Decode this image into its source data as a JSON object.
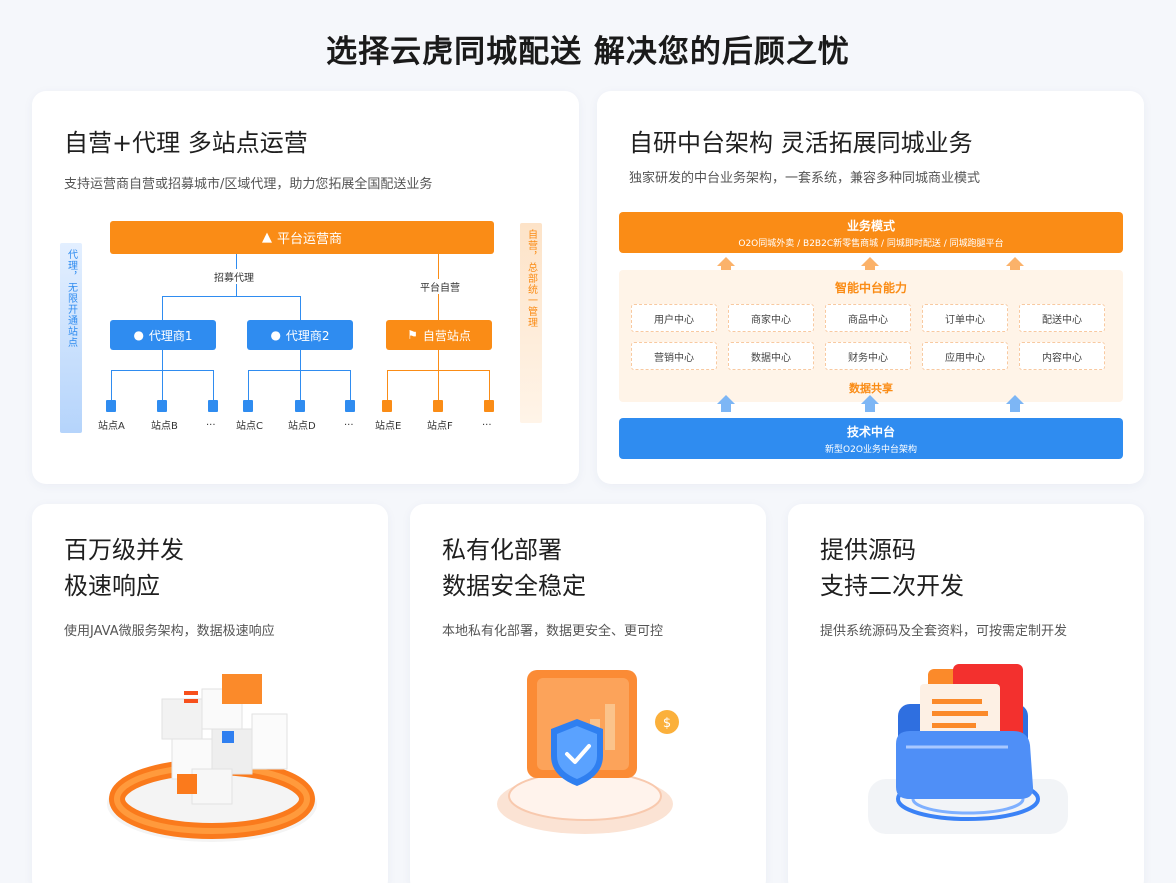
{
  "page": {
    "title": "选择云虎同城配送 解决您的后顾之忧"
  },
  "card1": {
    "title": "自营+代理 多站点运营",
    "subtitle": "支持运营商自营或招募城市/区域代理，助力您拓展全国配送业务",
    "diagram": {
      "platform": "平台运营商",
      "recruit_label": "招募代理",
      "self_label": "平台自营",
      "agent1": "代理商1",
      "agent2": "代理商2",
      "self_station": "自营站点",
      "stations": [
        "站点A",
        "站点B",
        "...",
        "站点C",
        "站点D",
        "...",
        "站点E",
        "站点F",
        "..."
      ],
      "left_side": "代理，无限开通站点",
      "right_side": "自营，总部统一管理",
      "colors": {
        "orange": "#fa8c16",
        "blue": "#2f8cf0"
      }
    }
  },
  "card2": {
    "title": "自研中台架构 灵活拓展同城业务",
    "subtitle": "独家研发的中台业务架构，一套系统，兼容多种同城商业模式",
    "diagram": {
      "business_title": "业务模式",
      "business_sub": "O2O同城外卖 / B2B2C新零售商城 / 同城即时配送 / 同城跑腿平台",
      "ai_title": "智能中台能力",
      "cells": [
        "用户中心",
        "商家中心",
        "商品中心",
        "订单中心",
        "配送中心",
        "营销中心",
        "数据中心",
        "财务中心",
        "应用中心",
        "内容中心"
      ],
      "data_share": "数据共享",
      "tech_title": "技术中台",
      "tech_sub": "新型O2O业务中台架构"
    }
  },
  "card3": {
    "title_line1": "百万级并发",
    "title_line2": "极速响应",
    "subtitle": "使用JAVA微服务架构，数据极速响应",
    "illustration": "cube-stack-icon"
  },
  "card4": {
    "title_line1": "私有化部署",
    "title_line2": "数据安全稳定",
    "subtitle": "本地私有化部署，数据更安全、更可控",
    "illustration": "shield-icon"
  },
  "card5": {
    "title_line1": "提供源码",
    "title_line2": "支持二次开发",
    "subtitle": "提供系统源码及全套资料，可按需定制开发",
    "illustration": "folder-icon"
  }
}
